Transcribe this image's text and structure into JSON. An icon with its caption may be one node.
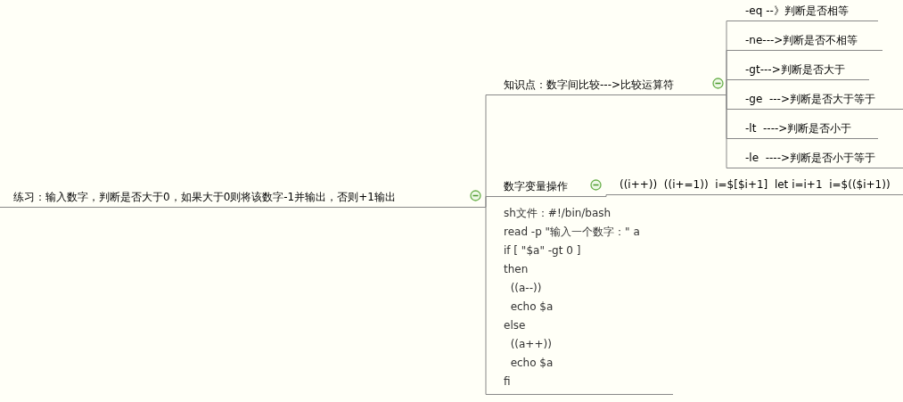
{
  "diagram": {
    "nodes": [
      {
        "text": [
          "练习：输入数字，判断是否大于0，如果大于0则将该数字-1并输出，否则+1输出"
        ]
      },
      {
        "text": [
          "知识点：数字间比较--->比较运算符"
        ]
      },
      {
        "text": [
          "-eq --》判断是否相等"
        ]
      },
      {
        "text": [
          "-ne--->判断是否不相等"
        ]
      },
      {
        "text": [
          "-gt--->判断是否大于"
        ]
      },
      {
        "text": [
          "-ge  --->判断是否大于等于"
        ]
      },
      {
        "text": [
          "-lt  ---->判断是否小于"
        ]
      },
      {
        "text": [
          "-le  ---->判断是否小于等于"
        ]
      },
      {
        "text": [
          "数字变量操作"
        ]
      },
      {
        "text": [
          "((i++))  ((i+=1))  i=$[$i+1]  let i=i+1  i=$(($i+1))"
        ]
      },
      {
        "text": [
          "sh文件：#!/bin/bash",
          "read -p \"输入一个数字：\" a",
          "if [ \"$a\" -gt 0 ]",
          "then",
          "  ((a--))",
          "  echo $a",
          "else",
          "  ((a++))",
          "  echo $a",
          "fi"
        ]
      }
    ],
    "edges": [
      {
        "from": 0,
        "to": 1,
        "arrow": "none"
      },
      {
        "from": 1,
        "to": 2,
        "arrow": "none"
      },
      {
        "from": 1,
        "to": 3,
        "arrow": "none"
      },
      {
        "from": 1,
        "to": 4,
        "arrow": "none"
      },
      {
        "from": 1,
        "to": 5,
        "arrow": "none"
      },
      {
        "from": 1,
        "to": 6,
        "arrow": "none"
      },
      {
        "from": 1,
        "to": 7,
        "arrow": "none"
      },
      {
        "from": 0,
        "to": 8,
        "arrow": "none"
      },
      {
        "from": 8,
        "to": 9,
        "arrow": "none"
      },
      {
        "from": 0,
        "to": 10,
        "arrow": "none"
      }
    ]
  }
}
